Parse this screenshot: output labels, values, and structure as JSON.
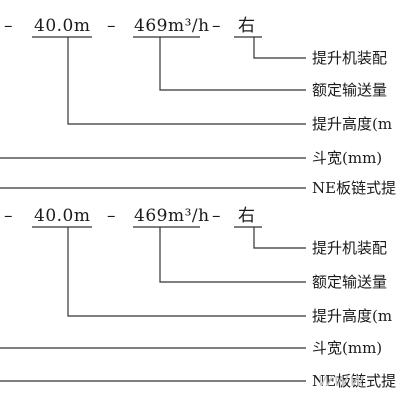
{
  "diagrams": [
    {
      "lead_dash": "–",
      "height_value": "40.0m",
      "sep1": "–",
      "capacity_value": "469m³/h",
      "sep2": "–",
      "orientation": "右",
      "labels": {
        "drive_arrangement": "提升机装配",
        "rated_capacity": "额定输送量",
        "lift_height": "提升高度(m",
        "bucket_width": "斗宽(mm)",
        "model": "NE板链式提"
      }
    },
    {
      "lead_dash": "–",
      "height_value": "40.0m",
      "sep1": "–",
      "capacity_value": "469m³/h",
      "sep2": "–",
      "orientation": "右",
      "labels": {
        "drive_arrangement": "提升机装配",
        "rated_capacity": "额定输送量",
        "lift_height": "提升高度(m",
        "bucket_width": "斗宽(mm)",
        "model": "NE板链式提"
      }
    }
  ],
  "watermark": "www"
}
